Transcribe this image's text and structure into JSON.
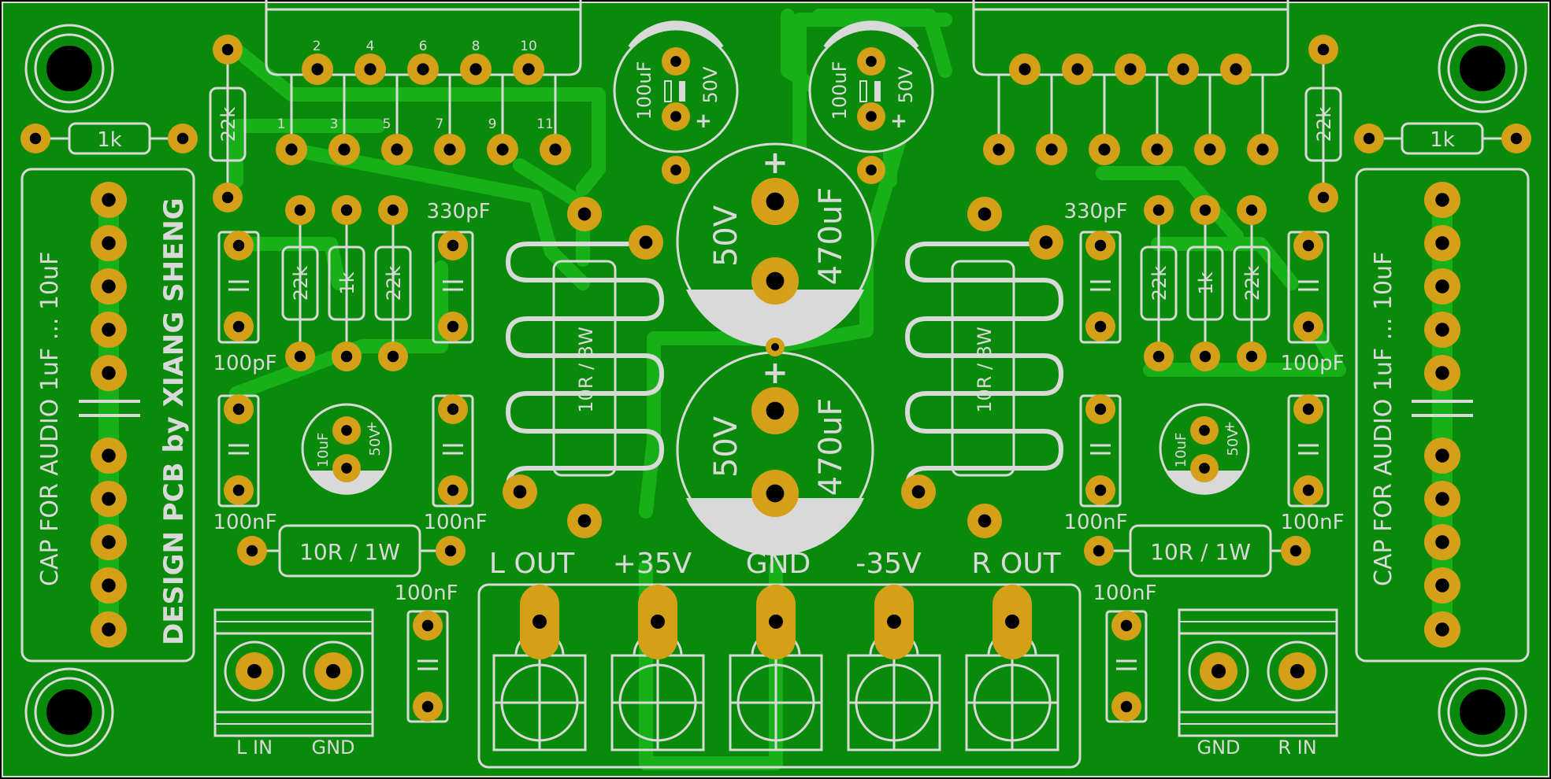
{
  "board": {
    "bg_color": "#0a8a0a",
    "trace_color": "#18b018",
    "pad_color": "#d4a017",
    "silk_color": "#d9d9d9",
    "hole_color": "#000000"
  },
  "vertical_text": {
    "left_cap": "CAP FOR AUDIO   1uF ... 10uF",
    "right_cap": "CAP FOR AUDIO   1uF ... 10uF",
    "credit": "DESIGN PCB by XIANG SHENG"
  },
  "ic_pins": {
    "even": [
      "2",
      "4",
      "6",
      "8",
      "10"
    ],
    "odd": [
      "1",
      "3",
      "5",
      "7",
      "9",
      "11"
    ]
  },
  "resistors": {
    "input_left": "1k",
    "input_right": "1k",
    "feedback_left": "22k",
    "feedback_right": "22k",
    "divider_a": "22k",
    "divider_b": "1k",
    "divider_c": "22k",
    "zobel": "10R / 1W",
    "coil": "10R / 3W"
  },
  "capacitors": {
    "c330": "330pF",
    "c100p": "100pF",
    "c100n": "100nF",
    "small_elec_value": "10uF",
    "small_elec_volt": "50V",
    "top_elec_value": "100uF",
    "top_elec_volt": "50V",
    "big_elec_value": "470uF",
    "big_elec_volt": "50V",
    "plus": "+"
  },
  "terminals": {
    "out_labels": [
      "L OUT",
      "+35V",
      "GND",
      "-35V",
      "R OUT"
    ],
    "left_in": [
      "L IN",
      "GND"
    ],
    "right_in": [
      "GND",
      "R IN"
    ]
  }
}
